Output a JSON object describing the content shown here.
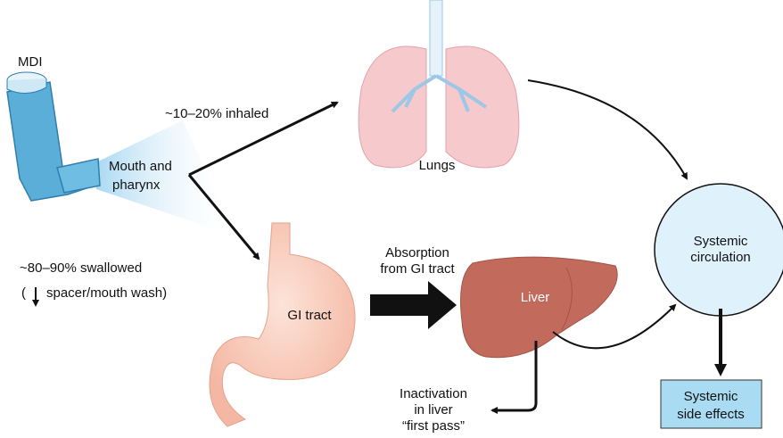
{
  "labels": {
    "mdi": "MDI",
    "mouth_line1": "Mouth and",
    "mouth_line2": "pharynx",
    "inhaled": "~10–20% inhaled",
    "lungs": "Lungs",
    "swallowed": "~80–90% swallowed",
    "spacer_open": "(",
    "spacer_text": "spacer/mouth wash)",
    "gi_tract": "GI tract",
    "absorption_line1": "Absorption",
    "absorption_line2": "from GI tract",
    "liver": "Liver",
    "inactivation_line1": "Inactivation",
    "inactivation_line2": "in liver",
    "inactivation_line3": "“first pass”",
    "circulation_line1": "Systemic",
    "circulation_line2": "circulation",
    "side_effects_line1": "Systemic",
    "side_effects_line2": "side effects"
  },
  "colors": {
    "inhaler": "#5aaed8",
    "lungs": "#f6c9cc",
    "bronchi": "#9cc7e6",
    "stomach": "#f7c4b3",
    "liver": "#c26a5c",
    "circulation": "#dff1fb",
    "side_effects": "#a9dcf2"
  }
}
